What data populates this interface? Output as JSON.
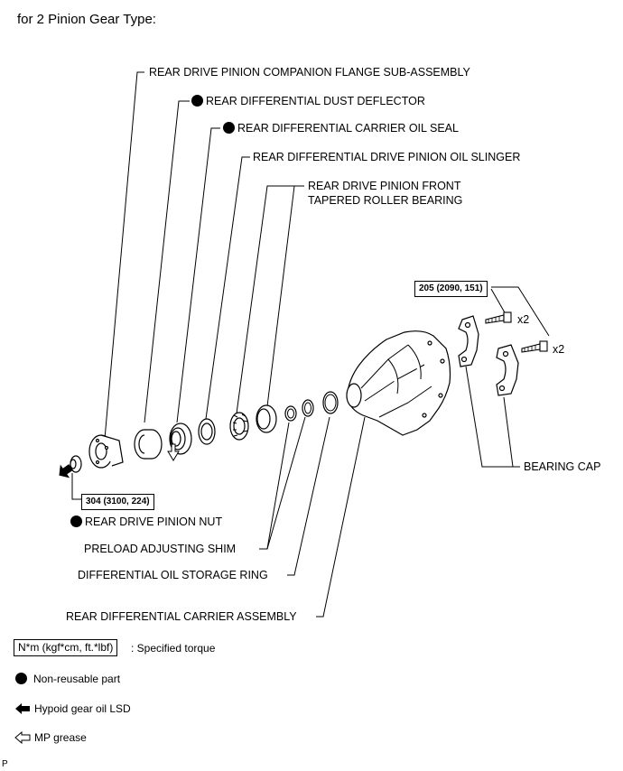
{
  "title": "for 2 Pinion Gear Type:",
  "labels": {
    "flange": "REAR DRIVE PINION COMPANION FLANGE SUB-ASSEMBLY",
    "dust_deflector": "REAR DIFFERENTIAL DUST DEFLECTOR",
    "oil_seal": "REAR DIFFERENTIAL CARRIER OIL SEAL",
    "oil_slinger": "REAR DIFFERENTIAL DRIVE PINION OIL SLINGER",
    "front_bearing_1": "REAR DRIVE PINION FRONT",
    "front_bearing_2": "TAPERED ROLLER BEARING",
    "bearing_cap": "BEARING CAP",
    "pinion_nut": "REAR DRIVE PINION NUT",
    "shim": "PRELOAD ADJUSTING SHIM",
    "storage_ring": "DIFFERENTIAL OIL STORAGE RING",
    "carrier_assembly": "REAR DIFFERENTIAL CARRIER ASSEMBLY",
    "x2_a": "x2",
    "x2_b": "x2"
  },
  "torque": {
    "bolt": "205 (2090, 151)",
    "nut": "304 (3100, 224)"
  },
  "legend": {
    "torque_box": "N*m (kgf*cm, ft.*lbf)",
    "torque_text": ": Specified torque",
    "non_reusable": "Non-reusable part",
    "hypoid": "Hypoid gear oil LSD",
    "grease": "MP grease"
  },
  "footer": "P",
  "icons": {
    "non_reusable": "filled-circle-icon",
    "hypoid": "filled-arrow-left-icon",
    "grease": "hollow-arrow-left-icon"
  }
}
